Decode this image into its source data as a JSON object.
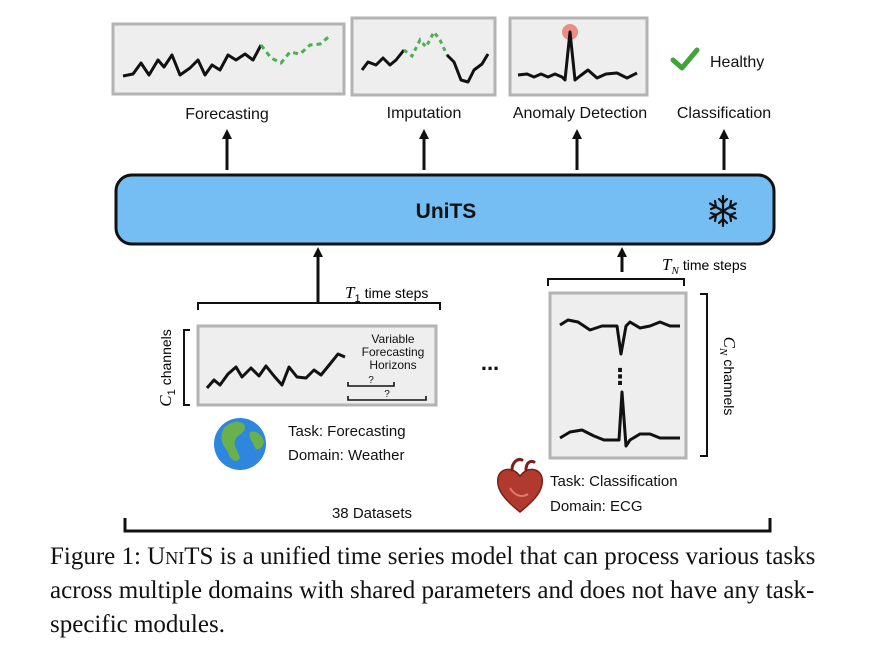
{
  "outputs": {
    "forecasting": "Forecasting",
    "imputation": "Imputation",
    "anomaly": "Anomaly Detection",
    "classification": "Classification",
    "healthy": "Healthy"
  },
  "model": {
    "name": "UniTS"
  },
  "left_input": {
    "time_var": "T",
    "time_sub": "1",
    "time_label": "time steps",
    "channel_var": "C",
    "channel_sub": "1",
    "channel_label": "channels",
    "horizon_line1": "Variable",
    "horizon_line2": "Forecasting",
    "horizon_line3": "Horizons",
    "q1": "?",
    "q2": "?",
    "task": "Task: Forecasting",
    "domain": "Domain: Weather"
  },
  "right_input": {
    "time_var": "T",
    "time_sub": "N",
    "time_label": "time steps",
    "channel_var": "C",
    "channel_sub": "N",
    "channel_label": "channels",
    "task": "Task: Classification",
    "domain": "Domain: ECG"
  },
  "ellipsis": "...",
  "vdots": "⋮",
  "datasets": "38 Datasets",
  "caption": {
    "prefix": "Figure 1: ",
    "name": "UniTS",
    "text": " is a unified time series model that can process various tasks across multiple domains with shared parameters and does not have any task-specific modules."
  },
  "colors": {
    "model_fill": "#74bef3",
    "panel_fill": "#eeeeee",
    "panel_border": "#b3b3b3",
    "forecast_green": "#4caf50",
    "anomaly_dot": "#ec8c84",
    "check_green": "#3fa535",
    "earth_ocean": "#2e86de",
    "earth_land": "#6ab04c",
    "heart": "#b03a2e"
  }
}
